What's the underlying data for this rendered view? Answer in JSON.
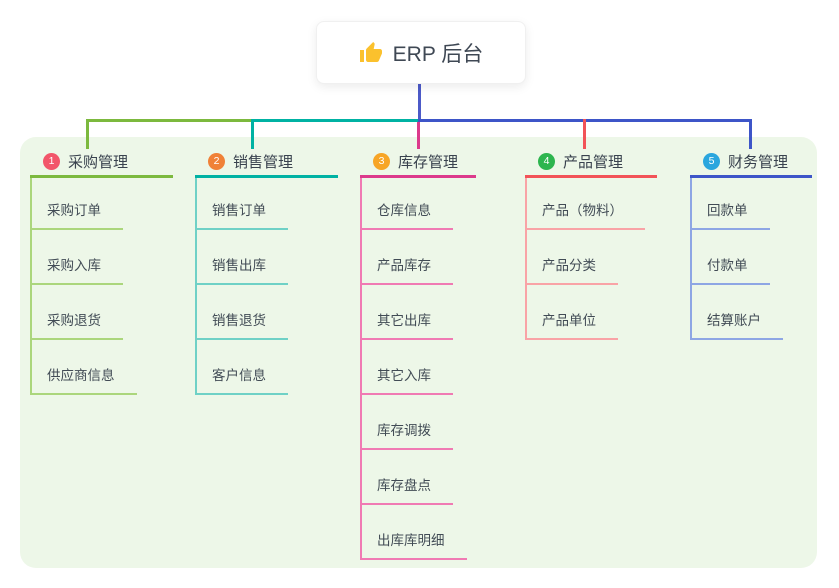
{
  "root": {
    "title": "ERP 后台",
    "icon": "thumbs-up-icon",
    "icon_color": "#fbc12d"
  },
  "canvas": {
    "background": "#ffffff",
    "panel_background": "#edf7e8",
    "root_connector_color": "#4c5ac8"
  },
  "branches": [
    {
      "number": "1",
      "label": "采购管理",
      "badge_color": "#f2566a",
      "line_color": "#7cb93e",
      "sub_line_color": "#abd67c",
      "items": [
        "采购订单",
        "采购入库",
        "采购退货",
        "供应商信息"
      ]
    },
    {
      "number": "2",
      "label": "销售管理",
      "badge_color": "#f08137",
      "line_color": "#00b2a3",
      "sub_line_color": "#6fd1c6",
      "items": [
        "销售订单",
        "销售出库",
        "销售退货",
        "客户信息"
      ]
    },
    {
      "number": "3",
      "label": "库存管理",
      "badge_color": "#f7a526",
      "line_color": "#dc3a8c",
      "sub_line_color": "#f07ab3",
      "items": [
        "仓库信息",
        "产品库存",
        "其它出库",
        "其它入库",
        "库存调拨",
        "库存盘点",
        "出库库明细"
      ]
    },
    {
      "number": "4",
      "label": "产品管理",
      "badge_color": "#2db54e",
      "line_color": "#f25358",
      "sub_line_color": "#f9a3a6",
      "items": [
        "产品（物料）",
        "产品分类",
        "产品单位"
      ]
    },
    {
      "number": "5",
      "label": "财务管理",
      "badge_color": "#2aa6de",
      "line_color": "#3d55c8",
      "sub_line_color": "#8ea6e4",
      "items": [
        "回款单",
        "付款单",
        "结算账户"
      ]
    }
  ]
}
